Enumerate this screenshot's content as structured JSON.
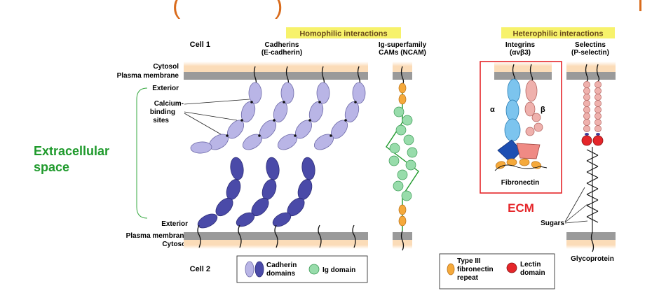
{
  "header": {
    "left_glyph": "(",
    "mid_glyph": ")"
  },
  "banners": {
    "homophilic": "Homophilic interactions",
    "heterophilic": "Heterophilic interactions"
  },
  "cells": {
    "cell1": "Cell 1",
    "cell2": "Cell 2"
  },
  "labels": {
    "cytosol_top": "Cytosol",
    "plasma_membrane_top": "Plasma membrane",
    "exterior_top": "Exterior",
    "calcium": [
      "Calcium-",
      "binding",
      "sites"
    ],
    "extracellular": [
      "Extracellular",
      "space"
    ],
    "exterior_bottom": "Exterior",
    "plasma_membrane_bottom": "Plasma membrane",
    "cytosol_bottom": "Cytosol"
  },
  "molecules": {
    "cadherins": [
      "Cadherins",
      "(E-cadherin)"
    ],
    "ig_cams": [
      "Ig-superfamily",
      "CAMs (NCAM)"
    ],
    "integrins": [
      "Integrins",
      "(αvβ3)"
    ],
    "selectins": [
      "Selectins",
      "(P-selectin)"
    ],
    "alpha": "α",
    "beta": "β",
    "fibronectin": "Fibronectin",
    "ecm": "ECM",
    "sugars": "Sugars",
    "glycoprotein": "Glycoprotein"
  },
  "legend_left": {
    "cadherin": [
      "Cadherin",
      "domains"
    ],
    "ig": "Ig domain"
  },
  "legend_right": {
    "type3": [
      "Type III",
      "fibronectin",
      "repeat"
    ],
    "lectin": [
      "Lectin",
      "domain"
    ]
  },
  "colors": {
    "banner": "#f7f26b",
    "lavender": "#b9b5e6",
    "indigo": "#4a4aa8",
    "green": "#1f9a2c",
    "ig_green": "#98dcab",
    "orange": "#f5a93b",
    "blue": "#7cc4ee",
    "pink": "#efb1ad",
    "red": "#e5262a",
    "membrane": "#9a9a9a",
    "membrane_glow": "#fbe0bf",
    "header_orange": "#d96b1c"
  }
}
